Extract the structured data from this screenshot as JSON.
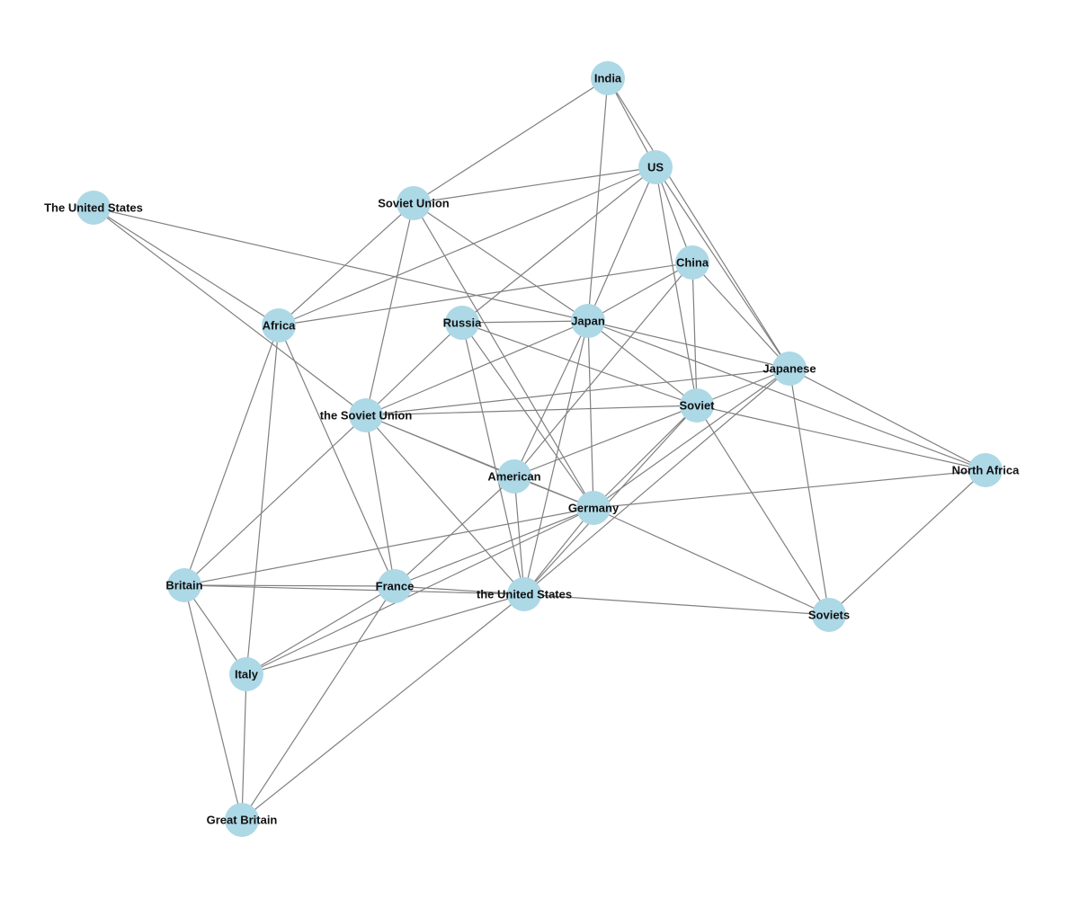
{
  "colors": {
    "node": "#add8e6",
    "edge": "#808080",
    "label": "#111111"
  },
  "nodes": [
    {
      "id": "india",
      "label": "India"
    },
    {
      "id": "us",
      "label": "US"
    },
    {
      "id": "the-united-states-cap",
      "label": "The United States"
    },
    {
      "id": "soviet-union",
      "label": "Soviet Union"
    },
    {
      "id": "china",
      "label": "China"
    },
    {
      "id": "africa",
      "label": "Africa"
    },
    {
      "id": "russia",
      "label": "Russia"
    },
    {
      "id": "japan",
      "label": "Japan"
    },
    {
      "id": "japanese",
      "label": "Japanese"
    },
    {
      "id": "the-soviet-union",
      "label": "the Soviet Union"
    },
    {
      "id": "soviet",
      "label": "Soviet"
    },
    {
      "id": "north-africa",
      "label": "North Africa"
    },
    {
      "id": "american",
      "label": "American"
    },
    {
      "id": "germany",
      "label": "Germany"
    },
    {
      "id": "britain",
      "label": "Britain"
    },
    {
      "id": "france",
      "label": "France"
    },
    {
      "id": "the-united-states",
      "label": "the United States"
    },
    {
      "id": "soviets",
      "label": "Soviets"
    },
    {
      "id": "italy",
      "label": "Italy"
    },
    {
      "id": "great-britain",
      "label": "Great Britain"
    }
  ],
  "edges": [
    [
      "india",
      "us"
    ],
    [
      "india",
      "soviet-union"
    ],
    [
      "india",
      "japan"
    ],
    [
      "india",
      "japanese"
    ],
    [
      "us",
      "soviet-union"
    ],
    [
      "us",
      "africa"
    ],
    [
      "us",
      "russia"
    ],
    [
      "us",
      "japan"
    ],
    [
      "us",
      "china"
    ],
    [
      "us",
      "soviet"
    ],
    [
      "us",
      "japanese"
    ],
    [
      "the-united-states-cap",
      "africa"
    ],
    [
      "the-united-states-cap",
      "japan"
    ],
    [
      "the-united-states-cap",
      "the-soviet-union"
    ],
    [
      "soviet-union",
      "africa"
    ],
    [
      "soviet-union",
      "the-soviet-union"
    ],
    [
      "soviet-union",
      "japan"
    ],
    [
      "soviet-union",
      "germany"
    ],
    [
      "china",
      "africa"
    ],
    [
      "china",
      "japan"
    ],
    [
      "china",
      "soviet"
    ],
    [
      "china",
      "japanese"
    ],
    [
      "china",
      "american"
    ],
    [
      "africa",
      "britain"
    ],
    [
      "africa",
      "italy"
    ],
    [
      "africa",
      "france"
    ],
    [
      "russia",
      "japan"
    ],
    [
      "russia",
      "the-soviet-union"
    ],
    [
      "russia",
      "soviet"
    ],
    [
      "russia",
      "germany"
    ],
    [
      "russia",
      "the-united-states"
    ],
    [
      "japan",
      "the-soviet-union"
    ],
    [
      "japan",
      "soviet"
    ],
    [
      "japan",
      "japanese"
    ],
    [
      "japan",
      "north-africa"
    ],
    [
      "japan",
      "american"
    ],
    [
      "japan",
      "germany"
    ],
    [
      "japan",
      "the-united-states"
    ],
    [
      "japanese",
      "the-soviet-union"
    ],
    [
      "japanese",
      "soviet"
    ],
    [
      "japanese",
      "north-africa"
    ],
    [
      "japanese",
      "soviets"
    ],
    [
      "japanese",
      "germany"
    ],
    [
      "japanese",
      "the-united-states"
    ],
    [
      "the-soviet-union",
      "soviet"
    ],
    [
      "the-soviet-union",
      "american"
    ],
    [
      "the-soviet-union",
      "germany"
    ],
    [
      "the-soviet-union",
      "britain"
    ],
    [
      "the-soviet-union",
      "france"
    ],
    [
      "the-soviet-union",
      "the-united-states"
    ],
    [
      "soviet",
      "north-africa"
    ],
    [
      "soviet",
      "american"
    ],
    [
      "soviet",
      "germany"
    ],
    [
      "soviet",
      "the-united-states"
    ],
    [
      "soviet",
      "soviets"
    ],
    [
      "north-africa",
      "germany"
    ],
    [
      "north-africa",
      "soviets"
    ],
    [
      "american",
      "germany"
    ],
    [
      "american",
      "france"
    ],
    [
      "american",
      "the-united-states"
    ],
    [
      "germany",
      "britain"
    ],
    [
      "germany",
      "france"
    ],
    [
      "germany",
      "the-united-states"
    ],
    [
      "germany",
      "soviets"
    ],
    [
      "germany",
      "italy"
    ],
    [
      "britain",
      "france"
    ],
    [
      "britain",
      "the-united-states"
    ],
    [
      "britain",
      "italy"
    ],
    [
      "britain",
      "great-britain"
    ],
    [
      "france",
      "the-united-states"
    ],
    [
      "france",
      "italy"
    ],
    [
      "france",
      "great-britain"
    ],
    [
      "the-united-states",
      "soviets"
    ],
    [
      "the-united-states",
      "italy"
    ],
    [
      "the-united-states",
      "great-britain"
    ],
    [
      "italy",
      "great-britain"
    ]
  ]
}
